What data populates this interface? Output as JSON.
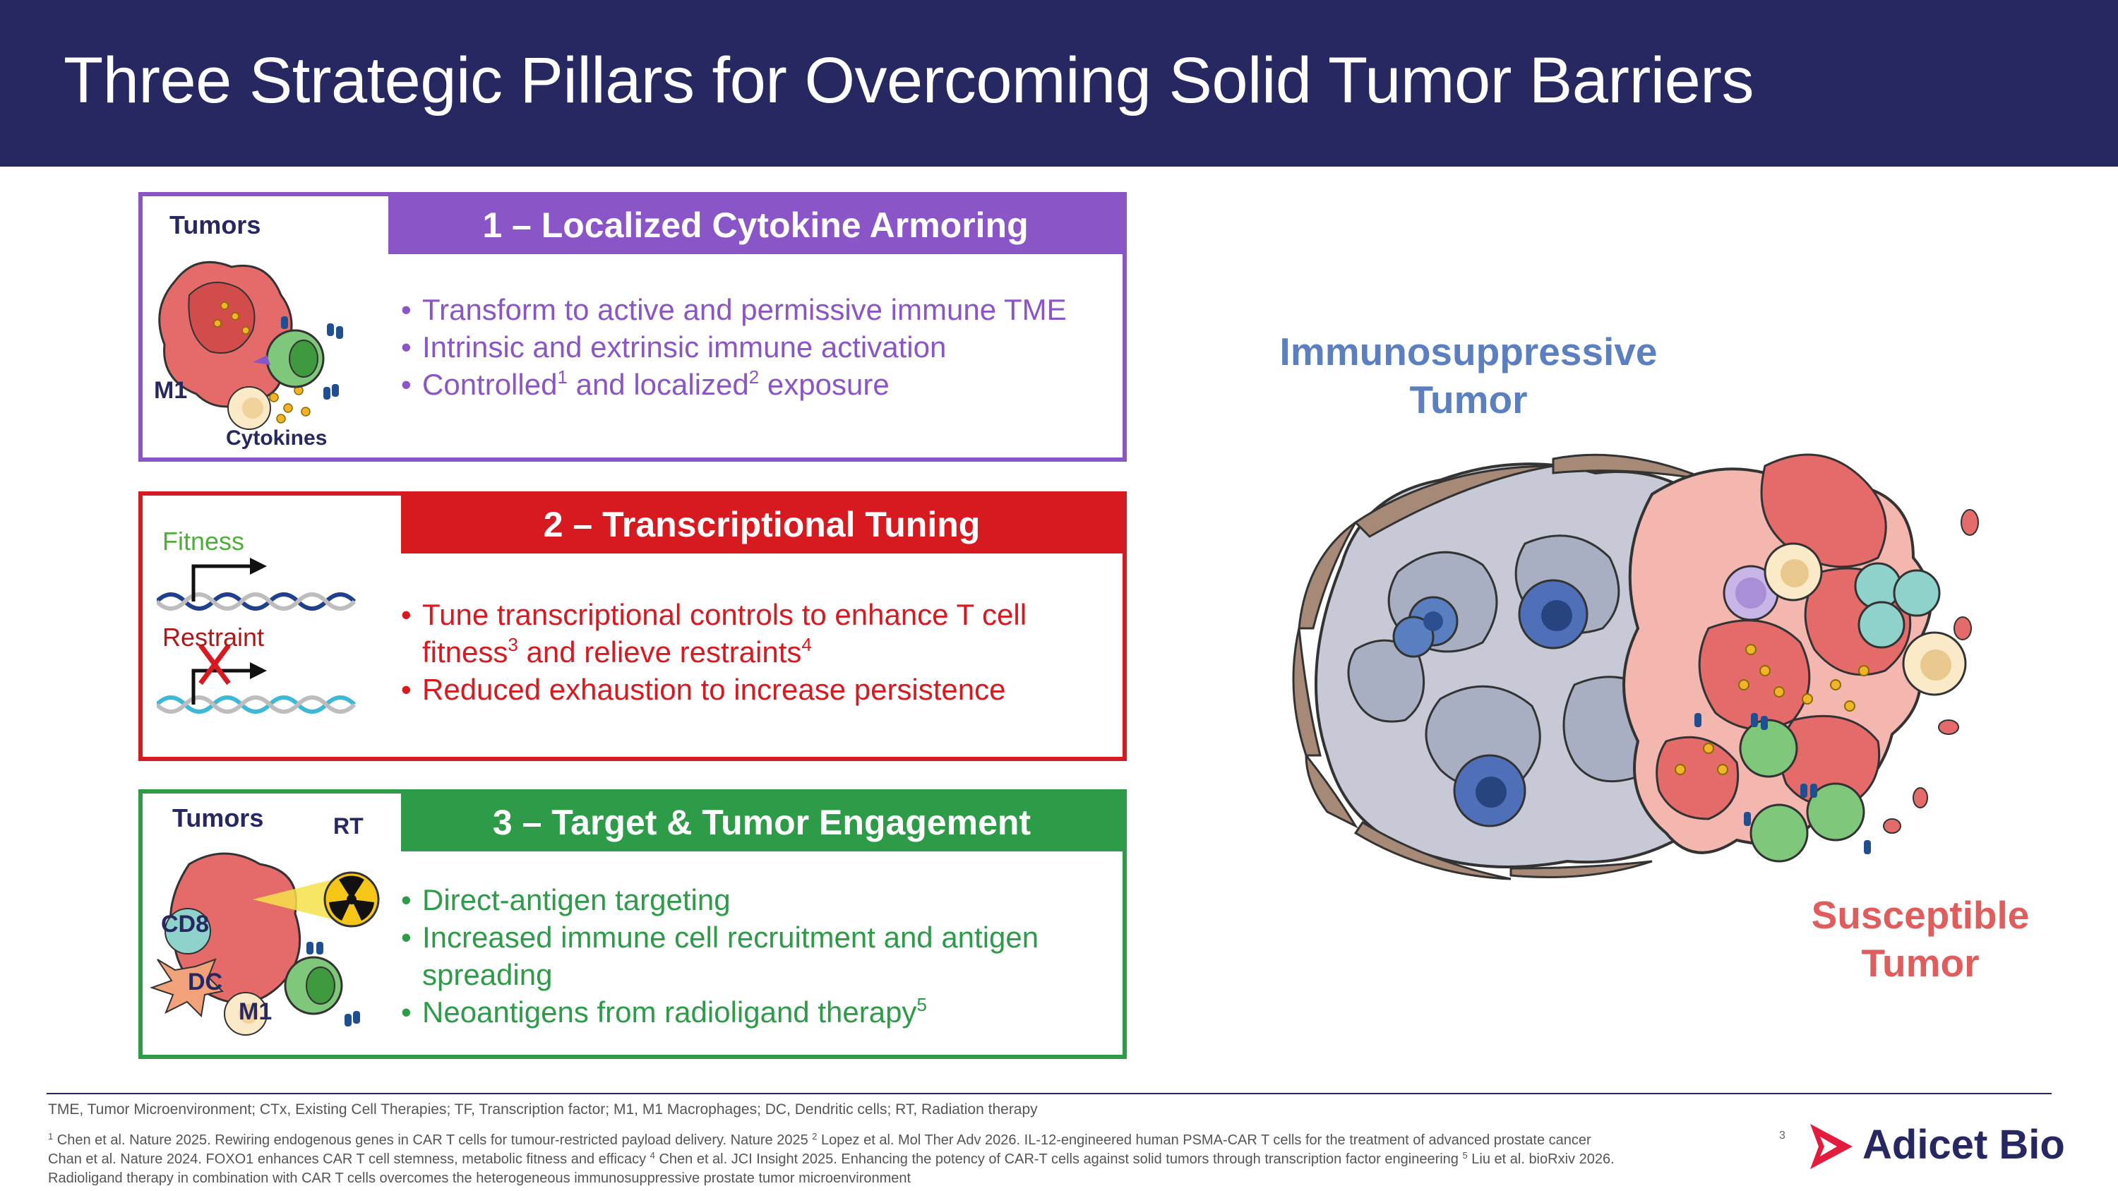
{
  "header": {
    "title": "Three Strategic Pillars for Overcoming Solid Tumor Barriers"
  },
  "colors": {
    "navy": "#272862",
    "purple": "#8a55c7",
    "red": "#d71920",
    "green": "#2e9b48",
    "blue_title": "#5b7fbf",
    "salmon_title": "#e05d5d"
  },
  "pillars": [
    {
      "title": "1 – Localized Cytokine Armoring",
      "bullets": [
        {
          "text": "Transform to active and permissive immune TME"
        },
        {
          "text": "Intrinsic and extrinsic immune activation"
        },
        {
          "a": "Controlled",
          "a_sup": "1",
          "b": " and localized",
          "b_sup": "2",
          "c": " exposure"
        }
      ],
      "labels": {
        "tumors": "Tumors",
        "m1": "M1",
        "cytokines": "Cytokines"
      }
    },
    {
      "title": "2 – Transcriptional Tuning",
      "bullets": [
        {
          "a": "Tune transcriptional controls to enhance T cell fitness",
          "a_sup": "3",
          "b": " and relieve restraints",
          "b_sup": "4"
        },
        {
          "text": "Reduced exhaustion to increase persistence"
        }
      ],
      "labels": {
        "fitness": "Fitness",
        "restraint": "Restraint"
      }
    },
    {
      "title": "3 – Target & Tumor Engagement",
      "bullets": [
        {
          "text": "Direct-antigen targeting"
        },
        {
          "text": "Increased immune cell recruitment and antigen spreading"
        },
        {
          "a": "Neoantigens from radioligand therapy",
          "a_sup": "5"
        }
      ],
      "labels": {
        "tumors": "Tumors",
        "rt": "RT",
        "cd8": "CD8",
        "dc": "DC",
        "m1": "M1"
      }
    }
  ],
  "tumor_labels": {
    "immuno_line1": "Immunosuppressive",
    "immuno_line2": "Tumor",
    "susceptible_line1": "Susceptible",
    "susceptible_line2": "Tumor"
  },
  "footer": {
    "abbreviations": "TME, Tumor Microenvironment; CTx, Existing Cell Therapies; TF, Transcription factor; M1, M1 Macrophages; DC, Dendritic cells; RT, Radiation therapy",
    "refs": {
      "r1_sup": "1",
      "r1": " Chen et al. Nature 2025. Rewiring endogenous genes in CAR T cells for tumour-restricted payload delivery. Nature 2025 ",
      "r2_sup": "2",
      "r2": " Lopez et al. Mol Ther Adv 2026. IL-12-engineered human PSMA-CAR T cells for the treatment of advanced prostate cancer",
      "r3": "Chan et al. Nature 2024. FOXO1 enhances CAR T cell stemness, metabolic fitness and efficacy ",
      "r4_sup": "4",
      "r4": " Chen et al. JCI Insight 2025. Enhancing the potency of CAR-T cells against solid tumors through transcription factor engineering ",
      "r5_sup": "5",
      "r5": " Liu et al. bioRxiv 2026.",
      "r6": "Radioligand therapy in combination with CAR T cells overcomes the heterogeneous immunosuppressive prostate tumor microenvironment"
    },
    "page_number": "3",
    "logo_text": "Adicet Bio"
  }
}
